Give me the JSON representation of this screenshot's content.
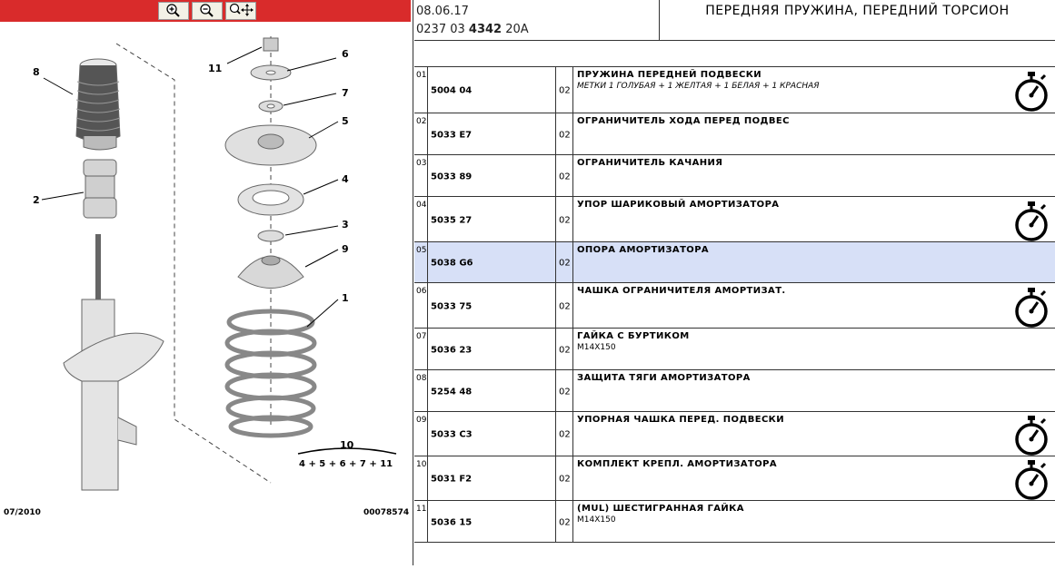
{
  "toolbar": {
    "zoom_in_icon": "zoom-in-icon",
    "zoom_out_icon": "zoom-out-icon",
    "zoom_pan_icon": "zoom-pan-icon"
  },
  "diagram": {
    "callouts": [
      "8",
      "2",
      "11",
      "6",
      "7",
      "5",
      "4",
      "3",
      "9",
      "1",
      "10"
    ],
    "group_formula": "4 + 5 + 6 + 7 + 11",
    "date": "07/2010",
    "ref": "00078574"
  },
  "header": {
    "date": "08.06.17",
    "code_prefix": "0237 03",
    "code_bold": "4342",
    "code_suffix": "20A",
    "title": "ПЕРЕДНЯЯ ПРУЖИНА, ПЕРЕДНИЙ ТОРСИОН"
  },
  "colors": {
    "toolbar": "#d92b2b",
    "selected_row": "#d7e0f7"
  },
  "parts": [
    {
      "idx": "01",
      "ref": "5004 04",
      "qty": "02",
      "desc": "ПРУЖИНА ПЕРЕДНЕЙ ПОДВЕСКИ",
      "note": "МЕТКИ 1 ГОЛУБАЯ + 1 ЖЕЛТАЯ + 1 БЕЛАЯ + 1 КРАСНАЯ",
      "watch": true
    },
    {
      "idx": "02",
      "ref": "5033 E7",
      "qty": "02",
      "desc": "ОГРАНИЧИТЕЛЬ ХОДА ПЕРЕД ПОДВЕС",
      "note": "",
      "watch": false
    },
    {
      "idx": "03",
      "ref": "5033 89",
      "qty": "02",
      "desc": "ОГРАНИЧИТЕЛЬ КАЧАНИЯ",
      "note": "",
      "watch": false
    },
    {
      "idx": "04",
      "ref": "5035 27",
      "qty": "02",
      "desc": "УПОР ШАРИКОВЫЙ АМОРТИЗАТОРА",
      "note": "",
      "watch": true
    },
    {
      "idx": "05",
      "ref": "5038 G6",
      "qty": "02",
      "desc": "ОПОРА АМОРТИЗАТОРА",
      "note": "",
      "watch": false
    },
    {
      "idx": "06",
      "ref": "5033 75",
      "qty": "02",
      "desc": "ЧАШКА ОГРАНИЧИТЕЛЯ АМОРТИЗАТ.",
      "note": "",
      "watch": true
    },
    {
      "idx": "07",
      "ref": "5036 23",
      "qty": "02",
      "desc": "ГАЙКА С БУРТИКОМ",
      "note": "M14X150",
      "watch": false
    },
    {
      "idx": "08",
      "ref": "5254 48",
      "qty": "02",
      "desc": "ЗАЩИТА ТЯГИ АМОРТИЗАТОРА",
      "note": "",
      "watch": false
    },
    {
      "idx": "09",
      "ref": "5033 C3",
      "qty": "02",
      "desc": "УПОРНАЯ ЧАШКА ПЕРЕД. ПОДВЕСКИ",
      "note": "",
      "watch": true
    },
    {
      "idx": "10",
      "ref": "5031 F2",
      "qty": "02",
      "desc": "КОМПЛЕКТ КРЕПЛ. АМОРТИЗАТОРА",
      "note": "",
      "watch": true
    },
    {
      "idx": "11",
      "ref": "5036 15",
      "qty": "02",
      "desc": "(MUL) ШЕСТИГРАННАЯ ГАЙКА",
      "note": "M14X150",
      "watch": false
    }
  ]
}
